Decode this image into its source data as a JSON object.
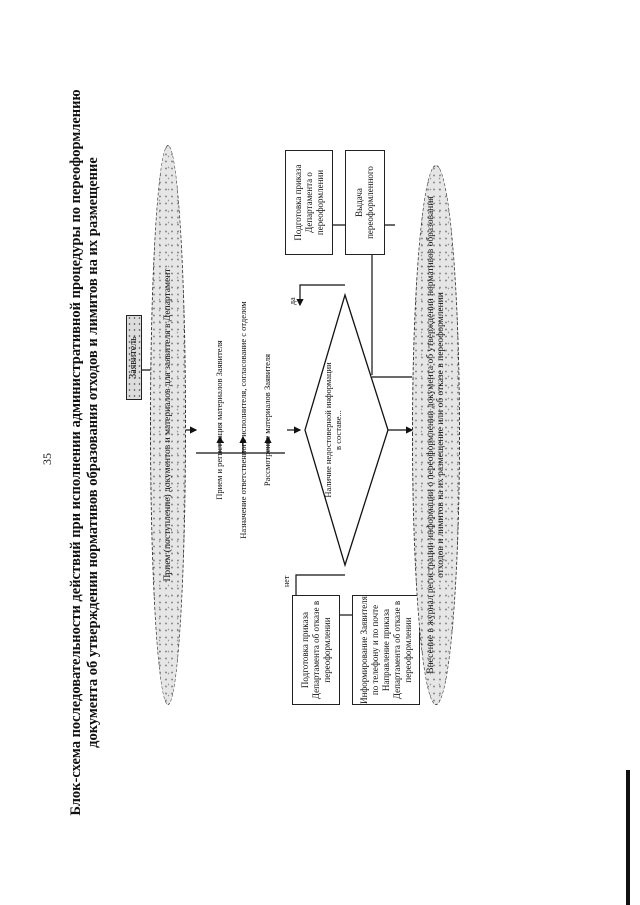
{
  "page_number": "35",
  "title": {
    "line1": "Блок-схема последовательности действий при исполнении административной процедуры по переоформлению",
    "line2": "документа об утверждении нормативов образования отходов и лимитов на их размещение"
  },
  "flow": {
    "start_label": "Заявитель",
    "intake_oval": "Прием (поступление) документов и материалов для заявителя в Департамент",
    "steps": [
      "Прием и регистрация материалов Заявителя",
      "Назначение ответственного исполнителя, согласование с отделом",
      "Рассмотрение материалов Заявителя"
    ],
    "decision": "Наличие недостоверной информации в составе...",
    "branch_no": "нет",
    "branch_yes": "да",
    "yes_branch": {
      "order_box": "Подготовка приказа Департамента об отказе в переоформлении",
      "inform_box": "Информирование Заявителя по телефону и по почте Направление приказа Департамента об отказе в переоформлении"
    },
    "no_branch": {
      "order_box": "Подготовка приказа Департамента о переоформлении",
      "issue_box": "Выдача переоформленного"
    },
    "final_oval": "Внесение в журнал регистрации информации о переоформлении документа об утверждении нормативов образования отходов и лимитов на их размещение или об отказе в переоформлении"
  }
}
